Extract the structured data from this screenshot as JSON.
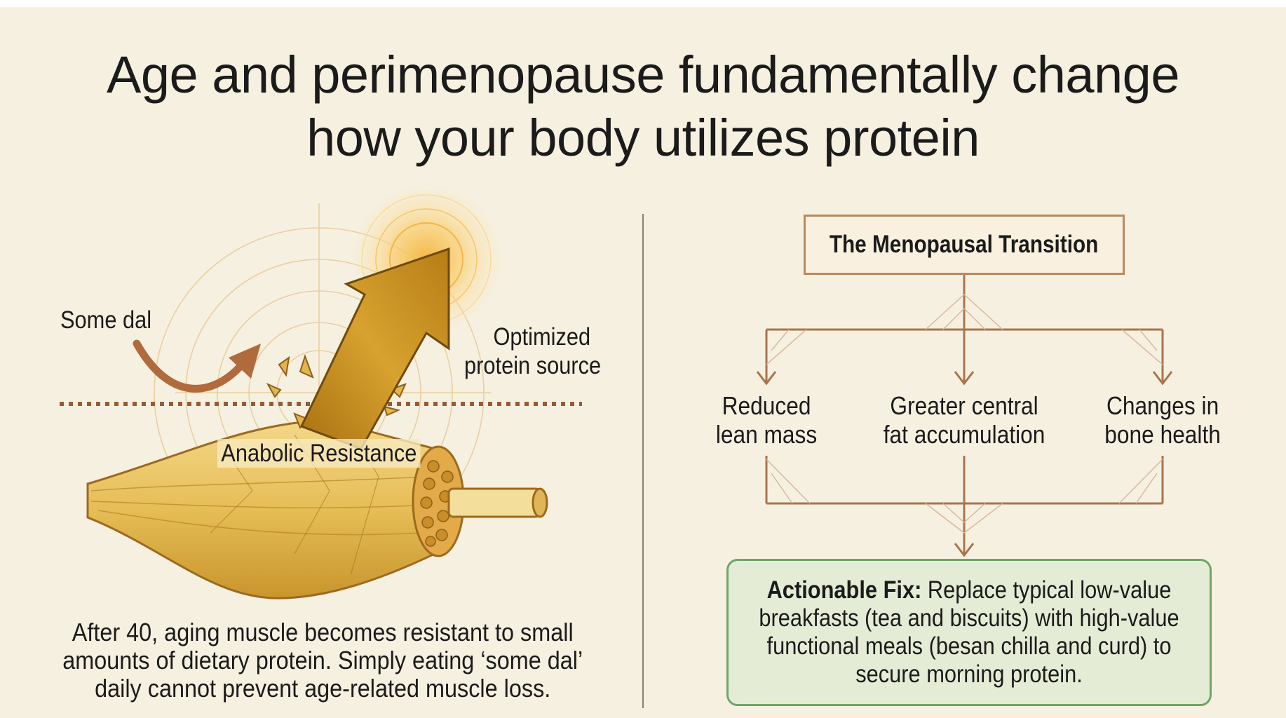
{
  "title": {
    "line1": "Age and perimenopause fundamentally change",
    "line2": "how your body utilizes protein"
  },
  "left_panel": {
    "label_some_dal": "Some dal",
    "label_optimized_line1": "Optimized",
    "label_optimized_line2": "protein source",
    "label_anabolic_resistance": "Anabolic Resistance",
    "caption_line1": "After 40, aging muscle becomes resistant to small",
    "caption_line2": "amounts of dietary protein. Simply eating ‘some dal’",
    "caption_line3": "daily cannot prevent age-related muscle loss.",
    "colors": {
      "arrow_gold": "#c9931f",
      "arrow_brown": "#b46a3c",
      "muscle": "#e8c05a",
      "threshold": "#9a5a36"
    }
  },
  "right_panel": {
    "transition_title": "The Menopausal Transition",
    "effects": [
      {
        "line1": "Reduced",
        "line2": "lean mass"
      },
      {
        "line1": "Greater central",
        "line2": "fat accumulation"
      },
      {
        "line1": "Changes in",
        "line2": "bone health"
      }
    ],
    "fix_label": "Actionable Fix:",
    "fix_text": "Replace typical low-value breakfasts (tea and biscuits) with high-value functional meals (besan chilla and curd) to secure morning protein.",
    "colors": {
      "box_border": "#b98a5c",
      "fix_border": "#6fa569",
      "fix_fill": "#e5ecd6",
      "connector": "#a8754c"
    }
  }
}
